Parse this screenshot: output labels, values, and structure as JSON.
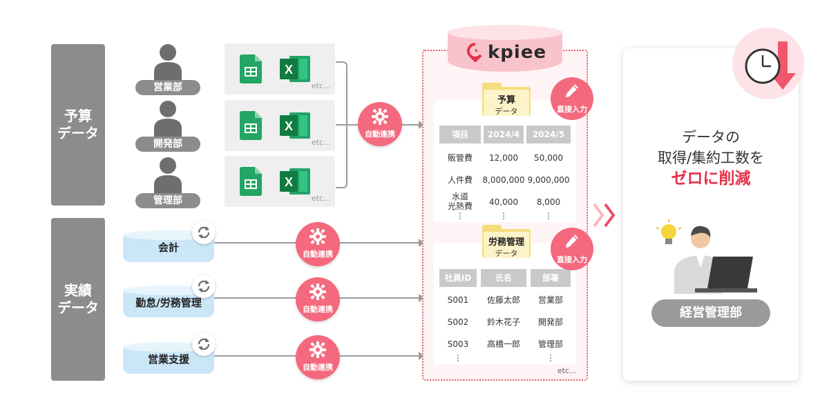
{
  "categories": {
    "budget": "予算\nデータ",
    "actual": "実績\nデータ"
  },
  "departments": [
    {
      "label": "営業部"
    },
    {
      "label": "開発部"
    },
    {
      "label": "管理部"
    }
  ],
  "file_cards": {
    "etc": "etc…"
  },
  "systems": [
    {
      "label": "会計"
    },
    {
      "label": "勤怠/労務管理"
    },
    {
      "label": "営業支援"
    }
  ],
  "auto_link_label": "自動連携",
  "direct_input_label": "直接入力",
  "kpiee": {
    "logo_text": "kpiee",
    "etc": "etc…",
    "budget_folder": {
      "title": "予算",
      "subtitle": "データ"
    },
    "labor_folder": {
      "title": "労務管理",
      "subtitle": "データ"
    },
    "budget_table": {
      "headers": [
        "項目",
        "2024/4",
        "2024/5"
      ],
      "rows": [
        [
          "販管費",
          "12,000",
          "50,000"
        ],
        [
          "人件費",
          "8,000,000",
          "9,000,000"
        ],
        [
          "水道\n光熱費",
          "40,000",
          "8,000"
        ]
      ],
      "ellipsis": "⋮"
    },
    "labor_table": {
      "headers": [
        "社員ID",
        "氏名",
        "部署"
      ],
      "rows": [
        [
          "S001",
          "佐藤太郎",
          "営業部"
        ],
        [
          "S002",
          "鈴木花子",
          "開発部"
        ],
        [
          "S003",
          "高橋一郎",
          "管理部"
        ]
      ],
      "ellipsis": "⋮"
    }
  },
  "result": {
    "line1": "データの",
    "line2": "取得/集約工数を",
    "highlight": "ゼロに削減",
    "department": "経営管理部"
  },
  "colors": {
    "accent": "#f4697e",
    "highlight": "#e6304a",
    "gray": "#8c8c8c"
  }
}
